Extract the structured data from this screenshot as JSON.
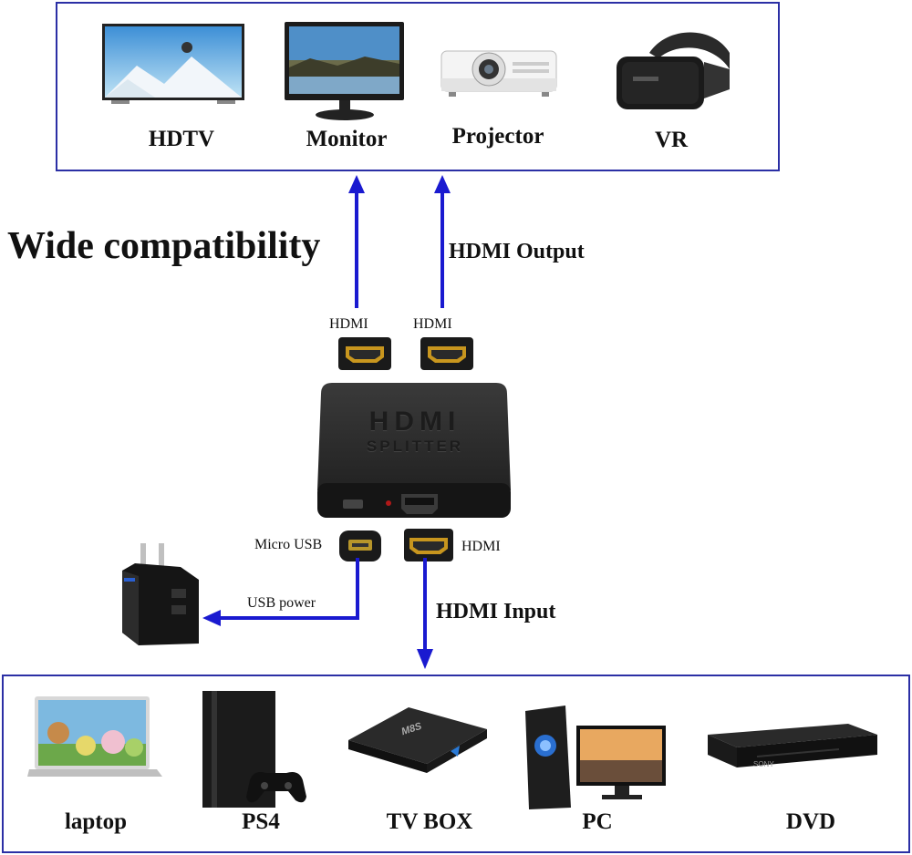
{
  "title": "Wide compatibility",
  "output_devices": [
    {
      "name": "HDTV",
      "icon": "hdtv-icon"
    },
    {
      "name": "Monitor",
      "icon": "monitor-icon"
    },
    {
      "name": "Projector",
      "icon": "projector-icon"
    },
    {
      "name": "VR",
      "icon": "vr-headset-icon"
    }
  ],
  "input_devices": [
    {
      "name": "laptop",
      "icon": "laptop-icon"
    },
    {
      "name": "PS4",
      "icon": "ps4-icon"
    },
    {
      "name": "TV BOX",
      "icon": "tv-box-icon"
    },
    {
      "name": "PC",
      "icon": "pc-icon"
    },
    {
      "name": "DVD",
      "icon": "dvd-player-icon"
    }
  ],
  "splitter": {
    "text_line1": "HDMI",
    "text_line2": "SPLITTER"
  },
  "labels": {
    "hdmi_output": "HDMI Output",
    "hdmi_input": "HDMI Input",
    "port_out_1": "HDMI",
    "port_out_2": "HDMI",
    "port_in": "HDMI",
    "micro_usb": "Micro USB",
    "usb_power": "USB power",
    "tvbox_brand": "M8S",
    "dvd_brand": "SONY"
  },
  "colors": {
    "border": "#2b2fa5",
    "arrow": "#1a1ad0"
  }
}
